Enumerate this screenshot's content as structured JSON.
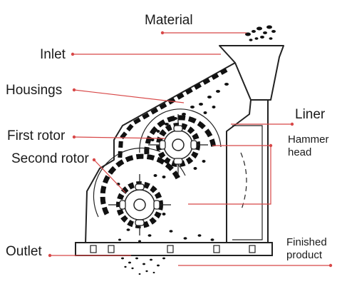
{
  "labels": {
    "material": "Material",
    "inlet": "Inlet",
    "housings": "Housings",
    "liner": "Liner",
    "hammer": "Hammer",
    "head": "head",
    "first_rotor": "First rotor",
    "second_rotor": "Second rotor",
    "outlet": "Outlet",
    "finished": "Finished",
    "product": "product"
  },
  "colors": {
    "leader": "#d84848",
    "outline": "#222222"
  }
}
